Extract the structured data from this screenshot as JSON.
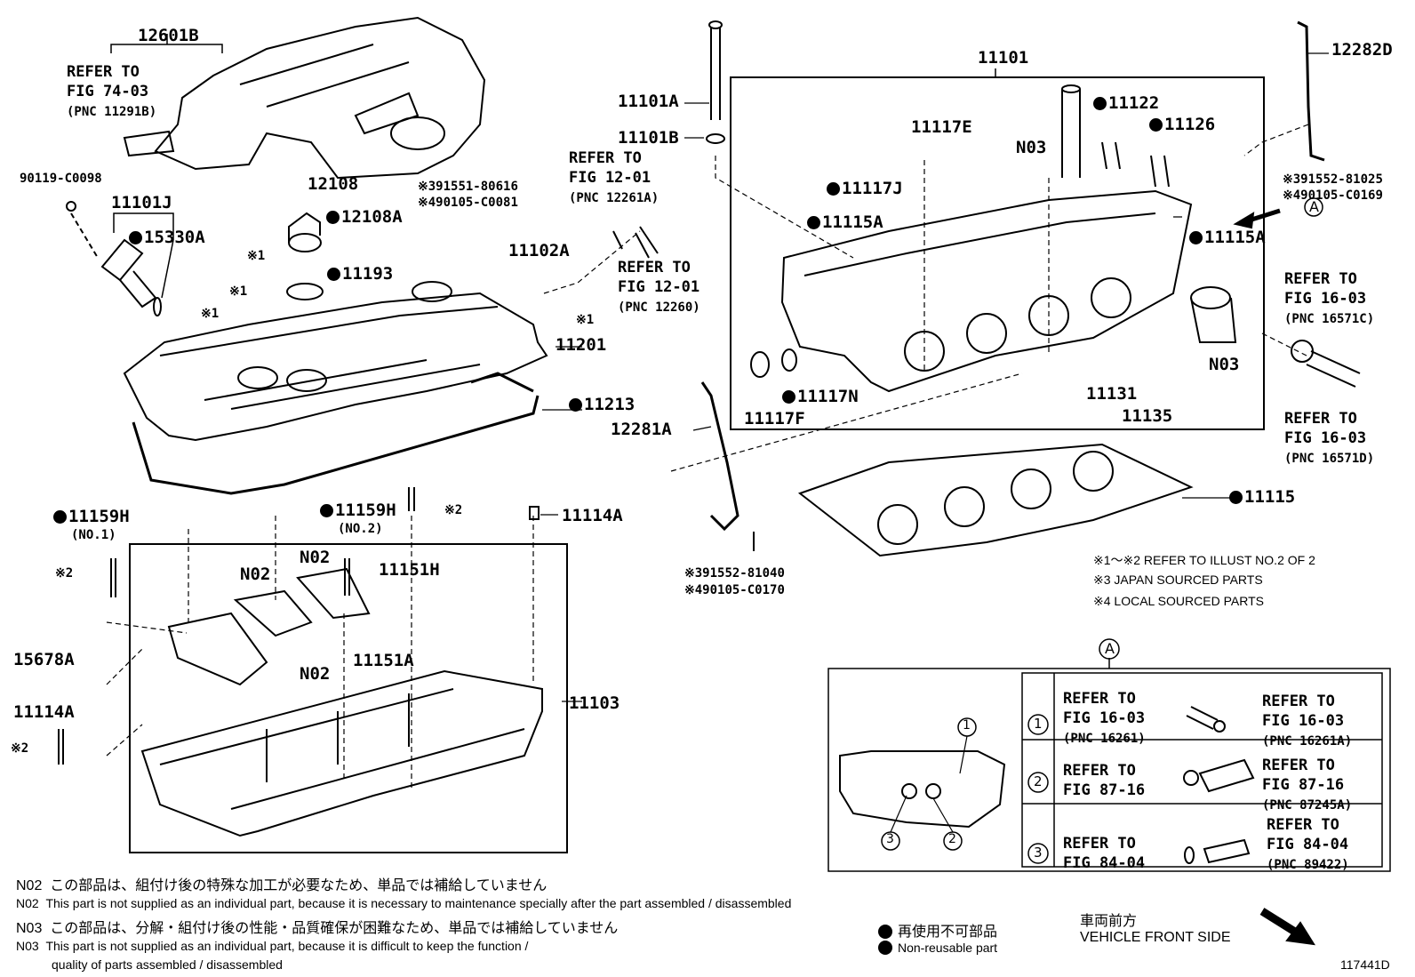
{
  "labels": {
    "p12601B": "12601B",
    "p90119": "90119-C0098",
    "p11101J": "11101J",
    "p15330A": "15330A",
    "p12108": "12108",
    "p12108A": "12108A",
    "p391551": "※391551-80616",
    "p490105_81": "※490105-C0081",
    "p11102A": "11102A",
    "p11193": "11193",
    "p11201": "11201",
    "p11213": "11213",
    "x1a": "※1",
    "x1b": "※1",
    "x1c": "※1",
    "x1d": "※1",
    "p11101A": "11101A",
    "p11101B": "11101B",
    "p11101": "11101",
    "p11122": "11122",
    "p11126": "11126",
    "p11117E": "11117E",
    "pN03a": "N03",
    "p11117J": "11117J",
    "p11115A_l": "11115A",
    "p11115A_r": "11115A",
    "p12282D": "12282D",
    "p391552_25": "※391552-81025",
    "p490105_69": "※490105-C0169",
    "p11117N": "11117N",
    "p11117F": "11117F",
    "p11131": "11131",
    "p11135": "11135",
    "pN03b": "N03",
    "p12281A": "12281A",
    "p11115": "11115",
    "p391552_40": "※391552-81040",
    "p490105_70": "※490105-C0170",
    "p11159H_1": "11159H",
    "no1": "(NO.1)",
    "p11159H_2": "11159H",
    "no2": "(NO.2)",
    "x2a": "※2",
    "p11114A_top": "11114A",
    "x2b": "※2",
    "pN02a": "N02",
    "pN02b": "N02",
    "p11151H": "11151H",
    "p15678A": "15678A",
    "pN02c": "N02",
    "p11151A": "11151A",
    "p11103": "11103",
    "p11114A_low": "11114A",
    "x2c": "※2",
    "circleA_top": "A",
    "circleA_main": "A",
    "diagram_id": "117441D"
  },
  "refers": {
    "r1": {
      "l1": "REFER TO",
      "l2": "FIG 74-03",
      "l3": "(PNC 11291B)"
    },
    "r2": {
      "l1": "REFER TO",
      "l2": "FIG 12-01",
      "l3": "(PNC 12261A)"
    },
    "r3": {
      "l1": "REFER TO",
      "l2": "FIG 12-01",
      "l3": "(PNC 12260)"
    },
    "r4": {
      "l1": "REFER TO",
      "l2": "FIG 16-03",
      "l3": "(PNC 16571C)"
    },
    "r5": {
      "l1": "REFER TO",
      "l2": "FIG 16-03",
      "l3": "(PNC 16571D)"
    }
  },
  "side_notes": {
    "n1": "※1～※2  REFER TO ILLUST NO.2 OF 2",
    "n2": "※3 JAPAN SOURCED PARTS",
    "n3": "※4 LOCAL SOURCED PARTS"
  },
  "detail_table": {
    "rows": [
      {
        "num": "1",
        "left_l1": "REFER TO",
        "left_l2": "FIG 16-03",
        "left_l3": "(PNC 16261)",
        "right_l1": "REFER TO",
        "right_l2": "FIG 16-03",
        "right_l3": "(PNC 16261A)"
      },
      {
        "num": "2",
        "left_l1": "REFER TO",
        "left_l2": "FIG 87-16",
        "left_l3": "",
        "right_l1": "REFER TO",
        "right_l2": "FIG 87-16",
        "right_l3": "(PNC 87245A)"
      },
      {
        "num": "3",
        "left_l1": "REFER TO",
        "left_l2": "FIG 84-04",
        "left_l3": "",
        "right_l1": "REFER TO",
        "right_l2": "FIG 84-04",
        "right_l3": "(PNC 89422)"
      }
    ],
    "inset_callouts": [
      "1",
      "3",
      "2"
    ]
  },
  "footnotes": {
    "f1_code": "N02",
    "f1_text": "この部品は、組付け後の特殊な加工が必要なため、単品では補給していません",
    "f2_code": "N02",
    "f2_text": "This part is not supplied as an individual part, because it is necessary to maintenance specially after the part assembled / disassembled",
    "f3_code": "N03",
    "f3_text": "この部品は、分解・組付け後の性能・品質確保が困難なため、単品では補給していません",
    "f4_code": "N03",
    "f4_text": "This part is not supplied as an individual part, because it is difficult to keep the function /",
    "f4_text2": "quality of parts  assembled / disassembled"
  },
  "legend": {
    "nonreuse_jp": "再使用不可部品",
    "nonreuse_en": "Non-reusable part",
    "front_jp": "車両前方",
    "front_en": "VEHICLE FRONT SIDE"
  }
}
